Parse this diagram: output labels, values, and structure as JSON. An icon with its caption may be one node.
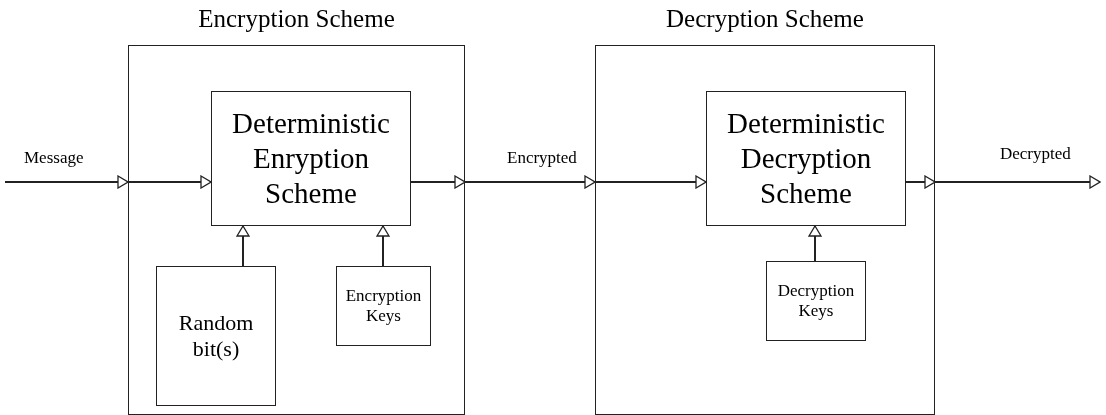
{
  "diagram": {
    "nodes": [
      {
        "text": [
          "Encryption Scheme"
        ]
      },
      {
        "text": [
          "Deterministic Enryption Scheme"
        ],
        "in": 0
      },
      {
        "text": [
          "Random bit(s)"
        ],
        "in": 0
      },
      {
        "text": [
          "Encryption Keys"
        ],
        "in": 0
      },
      {
        "text": [
          "Decryption Scheme"
        ]
      },
      {
        "text": [
          "Deterministic Decryption Scheme"
        ],
        "in": 4
      },
      {
        "text": [
          "Decryption Keys"
        ],
        "in": 4
      }
    ],
    "edges": [
      {
        "from": null,
        "to": 0,
        "arrow": "to",
        "label": "Message"
      },
      {
        "from": 0,
        "to": 1,
        "arrow": "to"
      },
      {
        "from": 1,
        "to": 0,
        "arrow": "to"
      },
      {
        "from": 0,
        "to": 4,
        "arrow": "to",
        "label": "Encrypted"
      },
      {
        "from": 4,
        "to": 5,
        "arrow": "to"
      },
      {
        "from": 5,
        "to": 4,
        "arrow": "to"
      },
      {
        "from": 4,
        "to": null,
        "arrow": "to",
        "label": "Decrypted"
      },
      {
        "from": 2,
        "to": 1,
        "arrow": "to"
      },
      {
        "from": 3,
        "to": 1,
        "arrow": "to"
      },
      {
        "from": 6,
        "to": 5,
        "arrow": "to"
      }
    ]
  }
}
